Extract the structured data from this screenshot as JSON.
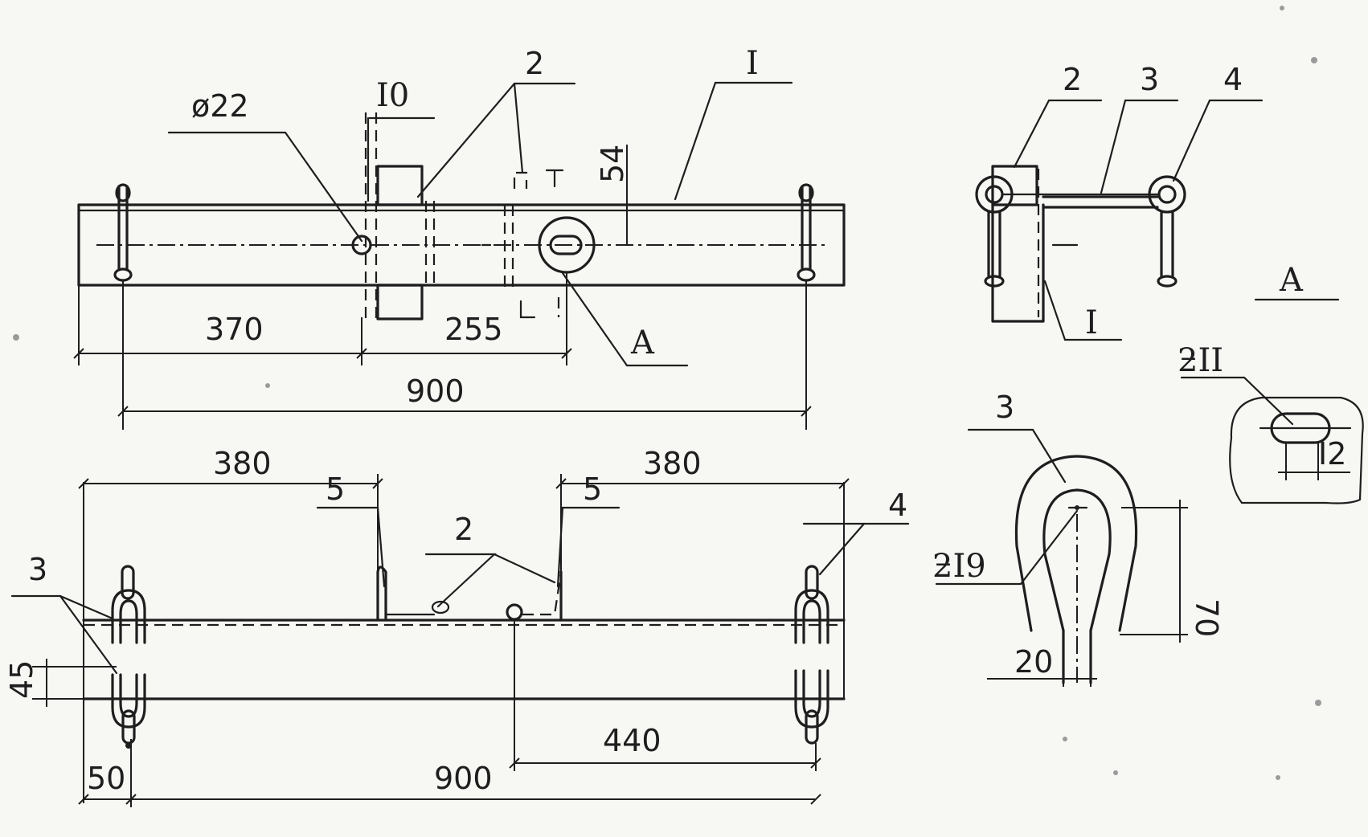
{
  "top_view": {
    "leader_1": "I",
    "leader_2": "2",
    "leader_10": "I0",
    "leader_phi22": "ø22",
    "dim_54": "54",
    "dim_370": "370",
    "dim_255": "255",
    "leader_A": "A",
    "dim_900": "900"
  },
  "front_view": {
    "dim_380_left": "380",
    "dim_380_right": "380",
    "leader_5_left": "5",
    "leader_2": "2",
    "leader_5_right": "5",
    "leader_4": "4",
    "leader_3": "3",
    "dim_45": "45",
    "dim_440": "440",
    "dim_50": "50",
    "dim_900": "900"
  },
  "side_view": {
    "leader_2": "2",
    "leader_3": "3",
    "leader_4": "4",
    "leader_1": "I"
  },
  "shackle_detail": {
    "leader_3": "3",
    "radius_19": "ƻI9",
    "dim_70": "70",
    "dim_20": "20"
  },
  "detail_A": {
    "title": "A",
    "radius_11": "ƻII",
    "dim_12": "I2"
  }
}
